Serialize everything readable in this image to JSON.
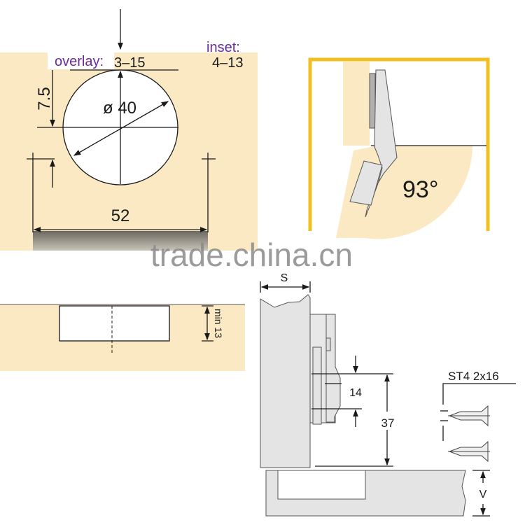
{
  "colors": {
    "beige": "#fbe9c4",
    "frame": "#f0c020",
    "metal": "#d6d6d6",
    "purple_label": "#6a2a9a"
  },
  "top_left": {
    "overlay_label": "overlay:",
    "overlay_value": "3–15",
    "inset_label": "inset:",
    "inset_value": "4–13",
    "offset_dim": "7.5",
    "diameter": "ø 40",
    "spacing": "52"
  },
  "top_right": {
    "opening_angle": "93°"
  },
  "watermark": "trade.china.cn",
  "bottom_left": {
    "depth_dim": "min 13"
  },
  "bottom_right": {
    "door_thickness": "S",
    "hole_spacing": "14",
    "plate_height": "37",
    "screw_spec": "ST4 2x16",
    "overlay_dim": "V"
  }
}
